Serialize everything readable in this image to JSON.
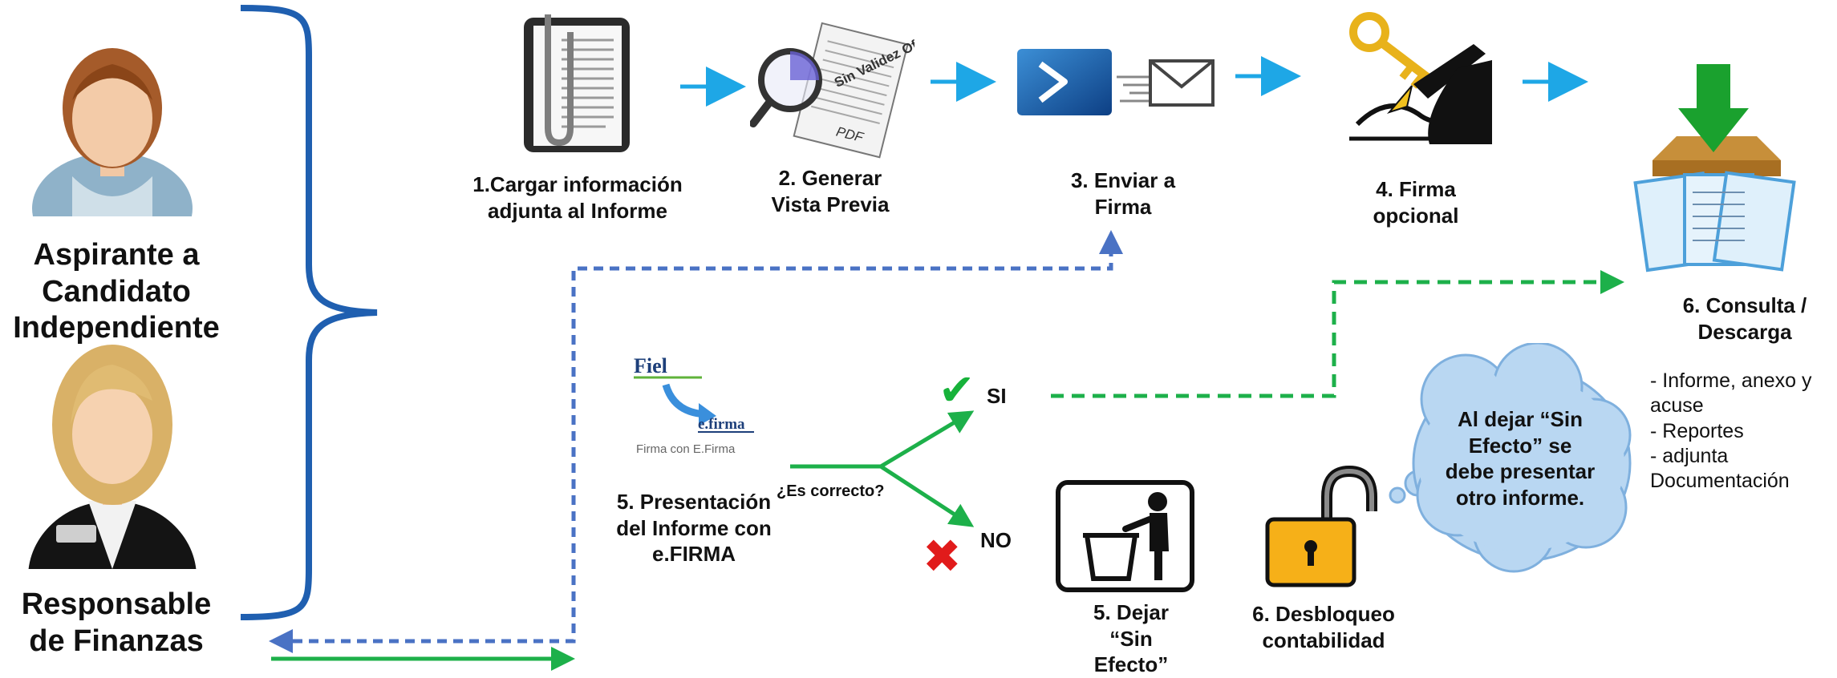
{
  "roles": {
    "candidate": "Aspirante a Candidato Independiente",
    "finance": "Responsable de Finanzas"
  },
  "steps": {
    "s1": "1.Cargar información adjunta al Informe",
    "s2": "2. Generar Vista Previa",
    "s3": "3. Enviar a Firma",
    "s4": "4. Firma opcional",
    "s5_present": "5. Presentación del Informe con e.FIRMA",
    "s5_void": "5. Dejar “Sin Efecto”",
    "s6_unlock": "6. Desbloqueo contabilidad",
    "s6_query": "6. Consulta / Descarga"
  },
  "decision": {
    "question": "¿Es correcto?",
    "yes": "SI",
    "no": "NO"
  },
  "preview_doc": {
    "stamp": "Sin Validez Oficial",
    "format": "PDF"
  },
  "efirma": {
    "from_logo": "Fiel",
    "to_logo": "e.firma",
    "caption": "Firma con E.Firma"
  },
  "cloud_note": "Al dejar “Sin Efecto” se debe presentar otro informe.",
  "downloads": [
    "- Informe, anexo y",
    "acuse",
    "- Reportes",
    "- adjunta",
    "Documentación"
  ],
  "colors": {
    "bracket": "#1f5fb0",
    "flow_arrow": "#1ea7e6",
    "dashed_blue": "#4a72c4",
    "green": "#1db04a",
    "cloud": "#b9d7f2"
  }
}
